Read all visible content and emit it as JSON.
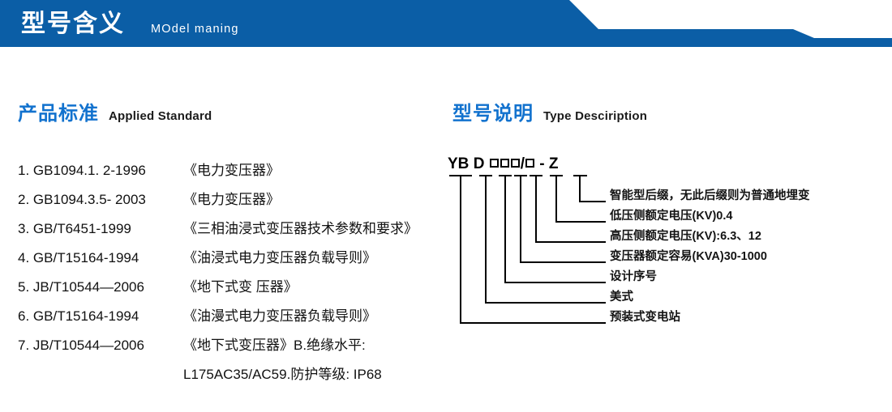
{
  "banner": {
    "title_cn": "型号含义",
    "title_en": "MOdel maning",
    "color": "#0b5ea6"
  },
  "left_section": {
    "heading_cn": "产品标准",
    "heading_en": "Applied Standard",
    "heading_color": "#1272ce",
    "standards": [
      {
        "index": "1.",
        "code": "GB1094.1. 2-1996",
        "name": "《电力变压器》"
      },
      {
        "index": "2.",
        "code": "GB1094.3.5- 2003",
        "name": "《电力变压器》"
      },
      {
        "index": "3.",
        "code": "GB/T6451-1999",
        "name": "《三相油浸式变压器技术参数和要求》"
      },
      {
        "index": "4.",
        "code": "GB/T15164-1994",
        "name": "《油浸式电力变压器负载导则》"
      },
      {
        "index": "5.",
        "code": "JB/T10544—2006",
        "name": "《地下式变 压器》"
      },
      {
        "index": "6.",
        "code": "GB/T15164-1994",
        "name": "《油漫式电力变压器负载导则》"
      },
      {
        "index": "7.",
        "code": "JB/T10544—2006",
        "name": "《地下式变压器》B.绝缘水平:"
      }
    ],
    "continuation": "L175AC35/AC59.防护等级: IP68"
  },
  "right_section": {
    "heading_cn": "型号说明",
    "heading_en": "Type Desciription",
    "heading_color": "#1272ce",
    "code_segments": [
      {
        "text": "YB",
        "boxes": 0
      },
      {
        "text": "D",
        "boxes": 0
      },
      {
        "text": "",
        "boxes": 1
      },
      {
        "text": "",
        "boxes": 1
      },
      {
        "text": "",
        "boxes": 1
      },
      {
        "text": "/",
        "boxes": 1
      },
      {
        "text": "- Z",
        "boxes": 0
      }
    ],
    "code_display": "YB D □□□/□ - Z",
    "labels": [
      "智能型后缀，无此后缀则为普通地埋变",
      "低压侧额定电压(KV)0.4",
      "高压侧额定电压(KV):6.3、12",
      "变压器额定容易(KVA)30-1000",
      "设计序号",
      "美式",
      "预装式变电站"
    ]
  }
}
